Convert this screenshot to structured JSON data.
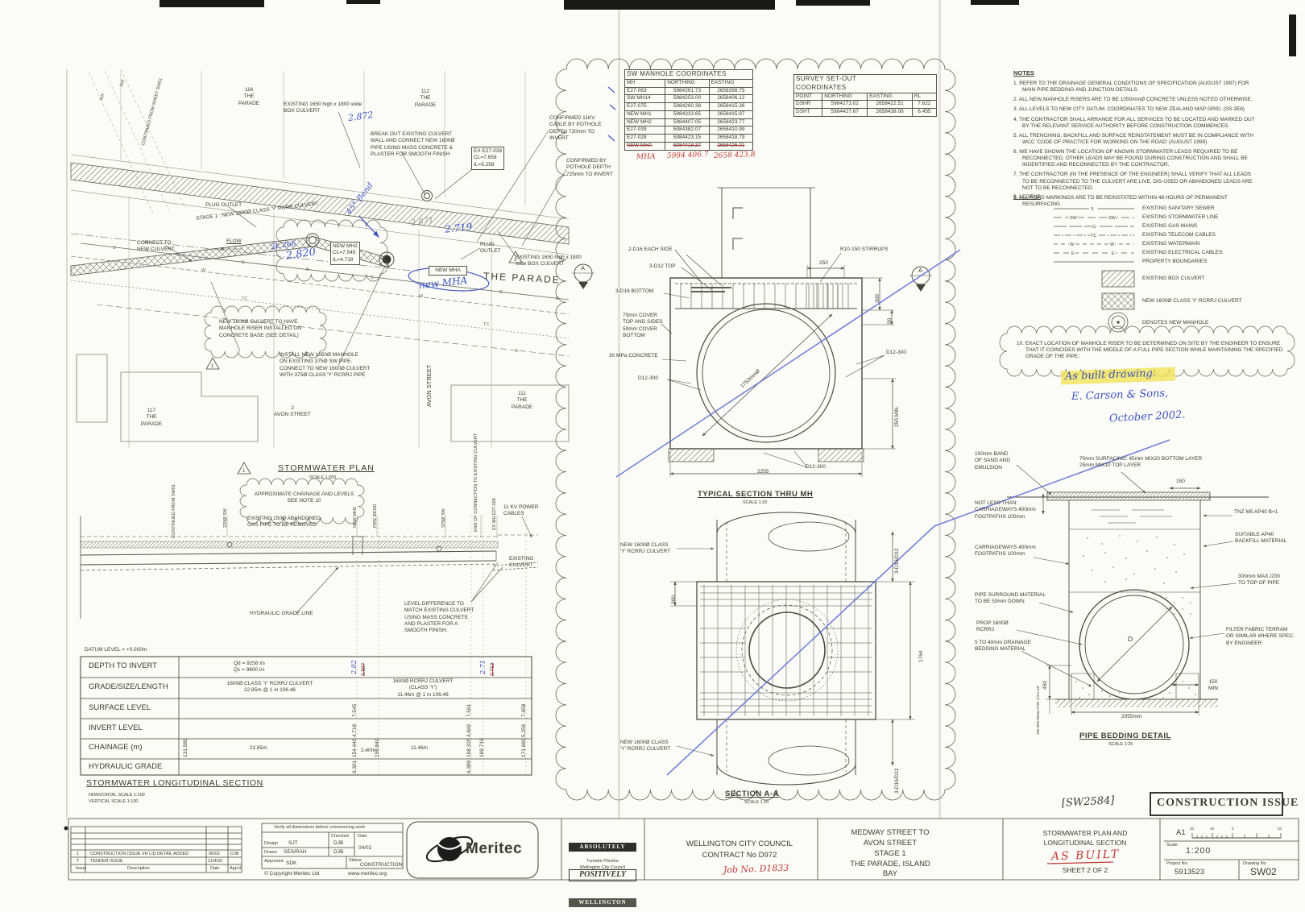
{
  "sheet": {
    "construction_stamp": "CONSTRUCTION ISSUE",
    "sw_ref": "[SW2584]"
  },
  "plan": {
    "title": "STORMWATER PLAN",
    "scale": "SCALE 1:200",
    "lot116": "116\nTHE PARADE",
    "lot112": "112\nTHE PARADE",
    "lot117": "117\nTHE PARADE",
    "lot111": "111\nTHE PARADE",
    "lot2": "2\nAVON STREET",
    "avon_street": "AVON\nSTREET",
    "the_parade": "THE PARADE",
    "continued": "CONTINUED FROM SHEET SW01",
    "box_culvert1": "EXISTING 1650 high x 1800 wide\nBOX CULVERT",
    "box_culvert2": "EXISTING 1650 high x 1800\nwide BOX CULVERT",
    "break_out": "BREAK OUT EXISTING CULVERT\nWALL AND CONNECT NEW 1600Ø\nPIPE USING MASS CONCRETE &\nPLASTER FOR SMOOTH FINISH",
    "ex_mh": "EX E27-028\nCL=7.658\nIL=5.258",
    "confirmed_11kv": "CONFIRMED 11KV\nCABLE BY POTHOLE\nDEPTH 720mm TO\nINVERT",
    "confirmed_pothole": "CONFIRMED BY\nPOTHOLE DEPTH\n725mm TO INVERT",
    "plug_outlet": "PLUG OUTLET",
    "plug_outlet2": "PLUG\nOUTLET",
    "connect_new": "CONNECT TO\nNEW CULVERT",
    "stage1": "STAGE 1 : NEW 1600Ø CLASS 'Y' RCRR CULVERT",
    "flow": "FLOW",
    "new_mh2": "NEW MH2\nCL=7.545\nIL=4.718",
    "new_mha": "NEW MHA",
    "riser_note": "NEW 1600Ø CULVERT TO HAVE\nMANHOLE RISER INSTALLED ON\nCONCRETE BASE (SEE DETAIL)",
    "install_note": "INSTALL NEW 1050Ø MANHOLE\nON EXISTING 375Ø SW PIPE.\nCONNECT TO NEW 1600Ø CULVERT\nWITH 375Ø CLASS 'Y' RCRRJ PIPE",
    "marker": "1",
    "utils": {
      "s": "S",
      "w": "W",
      "tc": "TC",
      "g": "G",
      "e": "E",
      "sw": "SW"
    },
    "hw": {
      "v2872": "2.872",
      "v2820": "2.820",
      "v2719": "2.719",
      "v2871": "2.871",
      "v2l266": "2L 266",
      "bend": "45° Bend",
      "new_mha": "new MHA"
    }
  },
  "profile": {
    "approx_cloud": "APPROXIMATE CHAINAGE AND LEVELS\nSEE NOTE 10",
    "abandoned": "EXISTING 150Ø ABANDONED\nGAS PIPE TO BE REMOVED",
    "continued": "CONTINUED FROM SW01",
    "l225": "225Ø SW",
    "new_mh2": "NEW MH2",
    "pipe_bend": "PIPE BEND",
    "l375": "375Ø SW",
    "end_conn": "END OF CONNECTION\nTO EXISTING CULVERT",
    "ex_mh": "EX MH E27-028",
    "kv": "11 KV POWER\nCABLES",
    "ex_culvert": "EXISTING\nCULVERT",
    "hgl": "HYDRAULIC GRADE LINE",
    "level_diff": "LEVEL DIFFERENCE TO\nMATCH EXISTING CULVERT\nUSING MASS CONCRETE\nAND PLASTER FOR A\nSMOOTH FINISH."
  },
  "long_table": {
    "datum": "DATUM LEVEL = +0.000m",
    "row_labels": [
      "DEPTH TO INVERT",
      "GRADE/SIZE/LENGTH",
      "SURFACE LEVEL",
      "INVERT LEVEL",
      "CHAINAGE (m)",
      "HYDRAULIC GRADE"
    ],
    "flow1": "Qd = 9258 l/s",
    "flow2": "Qc = 9600 l/s",
    "hw_282": "2.82",
    "struck1": "2.897",
    "hw_271": "2.71",
    "struck2": "2.712",
    "grade1": "1600Ø CLASS 'Y' RCRRJ CULVERT\n22.85m @ 1 in 106.46",
    "grade2": "1600Ø RCRRJ CULVERT\n(CLASS 'Y')\n11.46m @ 1 in 106.46",
    "sl": [
      "7.545",
      "7.561",
      "7.658"
    ],
    "il": [
      "4.718",
      "4.849",
      "5.258"
    ],
    "ch": [
      "131.580",
      "22.85m",
      "154.440",
      "2.40m",
      "156.840",
      "11.46m",
      "168.320",
      "169.716",
      "171.690"
    ],
    "hg": [
      "6.301",
      "6.380"
    ],
    "title": "STORMWATER LONGITUDINAL SECTION",
    "hscale": "HORIZONTAL SCALE   1:200",
    "vscale": "VERTICAL SCALE       1:100"
  },
  "mh_table": {
    "title": "SW MANHOLE COORDINATES",
    "h": [
      "MH",
      "NORTHING",
      "EASTING"
    ],
    "rows": [
      [
        "E27-063",
        "5984261.73",
        "2658398.75"
      ],
      [
        "SW MH14",
        "5984253.00",
        "2658406.12"
      ],
      [
        "E27-075",
        "5984260.38",
        "2658415.36"
      ],
      [
        "NEW MH1",
        "5984333.65",
        "2658415.97"
      ],
      [
        "NEW MH2",
        "5984407.05",
        "2658423.77"
      ],
      [
        "E27-039",
        "5984382.07",
        "2658410.99"
      ],
      [
        "E27-028",
        "5984423.15",
        "2658418.79"
      ],
      [
        "NEW MHA",
        "5984418.37",
        "2658426.01"
      ]
    ],
    "red": [
      "MHA",
      "5984 406.7",
      "2658 423.8"
    ]
  },
  "survey_table": {
    "title": "SURVEY SET-OUT\nCOORDINATES",
    "h": [
      "POINT",
      "NORTHING",
      "EASTING",
      "RL"
    ],
    "rows": [
      [
        "DSHR",
        "5984273.02",
        "2658422.51",
        "7.622"
      ],
      [
        "DSHT",
        "5984427.67",
        "2658438.06",
        "6.455"
      ]
    ]
  },
  "notes": {
    "title": "NOTES",
    "items": [
      "1.  REFER TO THE DRAINAGE GENERAL CONDITIONS OF SPECIFICATION (AUGUST 1997) FOR MAIN PIPE BEDDING AND JUNCTION DETAILS.",
      "2.  ALL NEW MANHOLE RISERS ARE TO BE 1050mmØ CONCRETE UNLESS NOTED OTHERWISE.",
      "3.  ALL LEVELS TO NEW CITY DATUM. COORDINATES TO NEW ZEALAND MAP GRID. (SS 2E8)",
      "4.  THE CONTRACTOR SHALL ARRANGE FOR ALL SERVICES TO BE LOCATED AND MARKED OUT BY THE RELEVANT SERVICE AUTHORITY BEFORE CONSTRUCTION COMMENCES.",
      "5.  ALL TRENCHING, BACKFILL AND SURFACE REINSTATEMENT MUST BE IN COMPLIANCE WITH WCC 'CODE OF PRACTICE FOR WORKING ON THE ROAD' (AUGUST 1999)",
      "6.  WE HAVE SHOWN THE LOCATION OF KNOWN STORMWATER LEADS REQUIRED TO BE RECONNECTED. OTHER LEADS MAY BE FOUND DURING CONSTRUCTION AND SHALL BE INDENTIFIED AND RECONNECTED BY THE CONTRACTOR.",
      "7.  THE CONTRACTOR (IN THE PRESENCE OF THE ENGINEER) SHALL VERIFY THAT ALL LEADS TO BE RECONNECTED TO THE CULVERT ARE LIVE. DIS-USED OR ABANDONED LEADS ARE NOT TO BE RECONNECTED.",
      "8.  ALL ROAD MARKINGS ARE TO BE REINSTATED WITHIN 48 HOURS OF PERMANENT RESURFACING."
    ],
    "legend_title": "9. LEGEND",
    "legend": [
      {
        "tag": "S",
        "label": "EXISTING SANITARY SEWER"
      },
      {
        "tag": "SW",
        "label": "EXISTING STORMWATER LINE"
      },
      {
        "tag": "G",
        "label": "EXISTING GAS MAINS"
      },
      {
        "tag": "TC",
        "label": "EXISTING TELECOM CABLES"
      },
      {
        "tag": "W",
        "label": "EXISTING WATERMAIN"
      },
      {
        "tag": "E",
        "label": "EXISTING ELECTRICAL CABLES"
      },
      {
        "tag": "",
        "label": "PROPERTY BOUNDARIES"
      }
    ],
    "legend_box1": "EXISTING BOX CULVERT",
    "legend_box2": "NEW 1600Ø CLASS 'Y' RCRRJ CULVERT",
    "legend_mh": "DENOTES NEW MANHOLE",
    "note10": "10. EXACT LOCATION OF MANHOLE RISER TO BE DETERMINED ON SITE BY THE ENGINEER TO ENSURE THAT IT COINCIDES WITH THE MIDDLE OF A FULL PIPE SECTION WHILE MAINTAINING THE SPECIFIED GRADE OF THE PIPE."
  },
  "as_built": {
    "l1": "As built drawing.",
    "l2": "E. Carson & Sons,",
    "l3": "October 2002."
  },
  "typical": {
    "title": "TYPICAL SECTION THRU MH",
    "scale": "SCALE 1:20",
    "d16_each": "2-D16 EACH SIDE",
    "d12_top": "3-D12 TOP",
    "d16_bottom": "3-D16 BOTTOM",
    "stirrups": "R10-150 STIRRUPS",
    "dim250": "250",
    "dim300": "300",
    "dim50": "50",
    "cover": "75mm COVER\nTOP AND SIDES\n50mm COVER\nBOTTOM",
    "concrete": "30 MPa CONCRETE",
    "d12_300": "D12-300",
    "dim250min": "250 MIN.",
    "dim2255": "2255",
    "dia": "1753mmØ",
    "marker": "A"
  },
  "section_aa": {
    "title": "SECTION A-A",
    "scale": "SCALE 1:20",
    "culvert": "NEW 1600Ø CLASS\n'Y' RCRRJ CULVERT",
    "dim300": "300",
    "dim1764": "1764",
    "rebar": "3-D16/D12"
  },
  "bedding": {
    "title": "PIPE BEDDING DETAIL",
    "scale": "SCALE 1:25",
    "sand": "100mm BAND\nOF SAND AND\nEMULSION",
    "surfacing": "70mm SURFACING: 45mm MIX20 BOTTOM LAYER\n          25mm MIX10 TOP LAYER",
    "dim150": "150",
    "not_less": "NOT LESS THAN:\nCARRIAGEWAYS 400mm\nFOOTPATHS 100mm",
    "tnz": "TNZ M5 AP40 B=1",
    "backfill": "SUITABLE AP40\nBACKFILL MATERIAL",
    "carriageways": "CARRIAGEWAYS 400mm\nFOOTPATHS 100mm",
    "max300": "300mm MAX./200\nTO TOP OF PIPE",
    "surround": "PIPE SURROUND MATERIAL\nTO BE 53mm DOWN",
    "prop": "PROP 1600Ø\nRCRRJ",
    "filter": "FILTER FABRIC TERRAM\nOR SIMILAR WHERE SPEC.\nBY ENGINEER",
    "drainage": "5 TO 40mm DRAINAGE\nBEDDING MATERIAL",
    "dim450": "450",
    "dim150min": "150\nMIN",
    "d": "D",
    "dim2055": "2055mm",
    "collar": "100 MIN\n50mm FOR COLLAR"
  },
  "titleblock": {
    "verify": "Verify all dimensions before commencing work",
    "checked": "Checked",
    "date": "Date",
    "design_lbl": "Design",
    "design": "SJT",
    "design_chk": "DJB",
    "drawn_lbl": "Drawn",
    "drawn": "SES/RAH",
    "drawn_chk": "DJB",
    "date_val": "04/02",
    "approved_lbl": "Approved",
    "approved": "SDK",
    "status_lbl": "Status",
    "status": "CONSTRUCTION",
    "copyright": "© Copyright  Meritec  Ltd",
    "web": "www.meritec.org",
    "logo": "Meritec",
    "stamp1": "ABSOLUTELY",
    "stamp2": "POSITIVELY",
    "stamp3": "WELLINGTON",
    "stamp4": "Tumeke Pōneke",
    "stamp5": "Wellington City Council",
    "client1": "WELLINGTON CITY COUNCIL",
    "client2": "CONTRACT No D972",
    "job_red": "Job No. D1833",
    "proj1": "MEDWAY STREET TO",
    "proj2": "AVON STREET",
    "proj3": "STAGE 1",
    "proj4": "THE PARADE, ISLAND BAY",
    "sheet1": "STORMWATER PLAN AND",
    "sheet2": "LONGITUDINAL SECTION",
    "as_built_red": "AS BUILT",
    "sheet3": "SHEET 2 OF 2",
    "size": "A1",
    "sb": [
      "20",
      "10",
      "0",
      "20"
    ],
    "scale_lbl": "Scale",
    "scale": "1:200",
    "proj_no_lbl": "Project No.",
    "proj_no": "5913523",
    "dwg_lbl": "Drawing No",
    "dwg": "SW02",
    "rev1_no": "1",
    "rev1_desc": "CONSTRUCTION ISSUE VH LID DETAIL ADDED",
    "rev1_date": "06/02",
    "rev1_app": "DJB",
    "rev2_no": "T",
    "rev2_desc": "TENDER ISSUE",
    "rev2_date": "11/4/02",
    "rev_h1": "Issue",
    "rev_h2": "Description",
    "rev_h3": "Date",
    "rev_h4": "App'd"
  }
}
